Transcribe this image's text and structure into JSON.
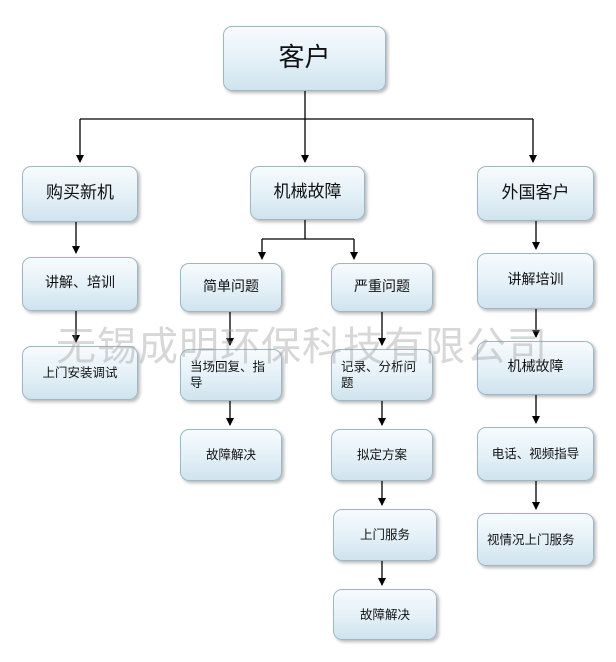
{
  "nodes": {
    "root": "客户",
    "buy": "购买新机",
    "fault": "机械故障",
    "foreign": "外国客户",
    "buy_train": "讲解、培训",
    "buy_install": "上门安装调试",
    "simple": "简单问题",
    "simple_reply": "当场回复、指导",
    "simple_solve": "故障解决",
    "serious": "严重问题",
    "serious_record": "记录、分析问题",
    "serious_plan": "拟定方案",
    "serious_visit": "上门服务",
    "serious_solve": "故障解决",
    "f_train": "讲解培训",
    "f_fault": "机械故障",
    "f_phone": "电话、视频指导",
    "f_visit": "视情况上门服务"
  },
  "watermark": "无锡成明环保科技有限公司"
}
